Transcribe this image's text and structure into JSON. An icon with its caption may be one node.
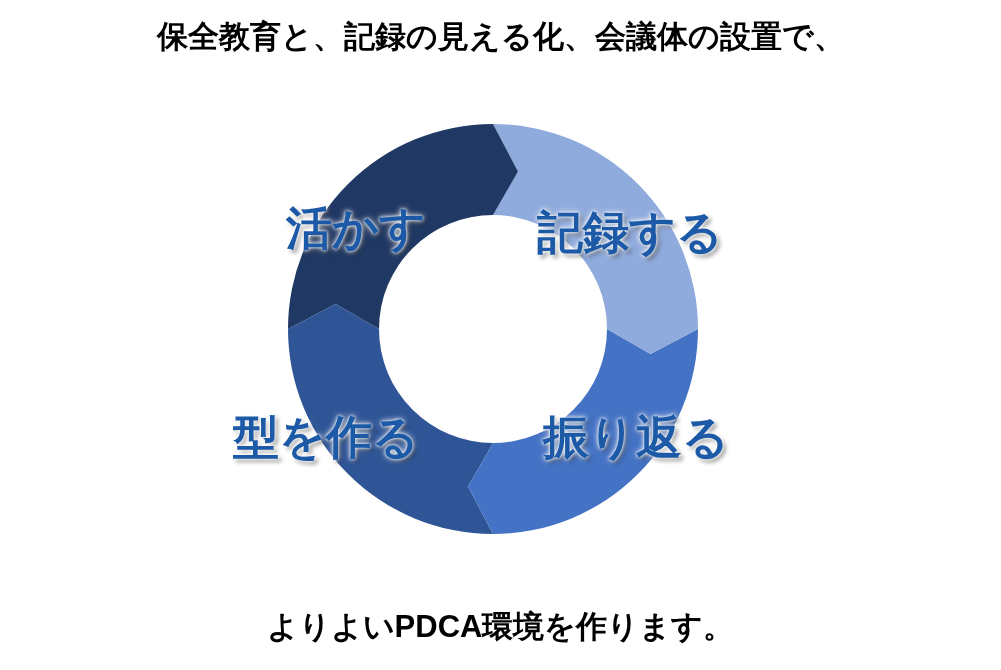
{
  "diagram": {
    "title": "保全教育と、記録の見える化、会議体の設置で、",
    "nodes": [
      {
        "text": [
          "活かす"
        ]
      },
      {
        "text": [
          "記録する"
        ]
      },
      {
        "text": [
          "型を作る"
        ]
      },
      {
        "text": [
          "振り返る"
        ]
      }
    ],
    "edges": [
      {
        "from": 0,
        "to": 1,
        "arrow": "to"
      },
      {
        "from": 1,
        "to": 3,
        "arrow": "to"
      },
      {
        "from": 3,
        "to": 2,
        "arrow": "to"
      },
      {
        "from": 2,
        "to": 0,
        "arrow": "to"
      }
    ],
    "caption": "よりよいPDCA環境を作ります。"
  }
}
